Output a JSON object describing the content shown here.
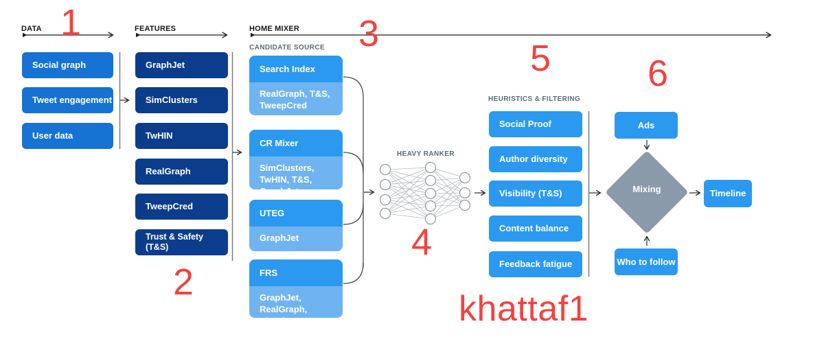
{
  "data_col": {
    "header": "DATA",
    "items": [
      "Social graph",
      "Tweet engagement",
      "User data"
    ]
  },
  "features_col": {
    "header": "FEATURES",
    "items": [
      "GraphJet",
      "SimClusters",
      "TwHIN",
      "RealGraph",
      "TweepCred",
      "Trust & Safety (T&S)"
    ]
  },
  "home_mixer": {
    "header": "HOME MIXER",
    "candidate_source_label": "CANDIDATE SOURCE",
    "sources": [
      {
        "name": "Search Index",
        "deps": "RealGraph, T&S, TweepCred"
      },
      {
        "name": "CR Mixer",
        "deps": "SimClusters, TwHIN, T&S, GraphJet"
      },
      {
        "name": "UTEG",
        "deps": "GraphJet"
      },
      {
        "name": "FRS",
        "deps": "GraphJet, RealGraph, SimClusters"
      }
    ]
  },
  "heavy_ranker": {
    "label": "HEAVY RANKER"
  },
  "heuristics": {
    "label": "HEURISTICS & FILTERING",
    "items": [
      "Social Proof",
      "Author diversity",
      "Visibility (T&S)",
      "Content balance",
      "Feedback fatigue"
    ]
  },
  "mixing_stage": {
    "ads": "Ads",
    "diamond": "Mixing",
    "who_to_follow": "Who to follow",
    "timeline": "Timeline"
  },
  "annotations": {
    "n1": "1",
    "n2": "2",
    "n3": "3",
    "n4": "4",
    "n5": "5",
    "n6": "6",
    "signature": "khattaf1"
  },
  "colors": {
    "data_box_blue": "#1673d3",
    "feature_box_navy": "#0c3d8c",
    "bright_blue": "#2b99ef",
    "light_blue": "#6fb4f0",
    "diamond_gray": "#8a9aab",
    "annotation_red": "#f4423e"
  }
}
